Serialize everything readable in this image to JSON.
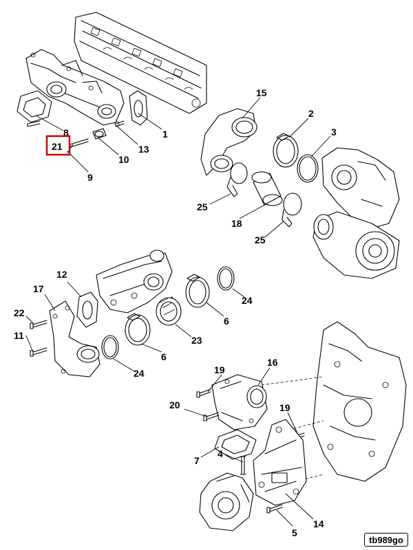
{
  "diagram_code": "tb989go",
  "highlight_color": "#d00000",
  "callouts": {
    "c1": "1",
    "c2": "2",
    "c3": "3",
    "c4": "4",
    "c5": "5",
    "c6a": "6",
    "c6b": "6",
    "c8": "8",
    "c9": "9",
    "c10": "10",
    "c11": "11",
    "c12": "12",
    "c13": "13",
    "c14": "14",
    "c15": "15",
    "c16": "16",
    "c17": "17",
    "c18": "18",
    "c19a": "19",
    "c19b": "19",
    "c20": "20",
    "c21": "21",
    "c22": "22",
    "c23": "23",
    "c24a": "24",
    "c24b": "24",
    "c25a": "25",
    "c25b": "25"
  },
  "highlighted_callout": "21"
}
